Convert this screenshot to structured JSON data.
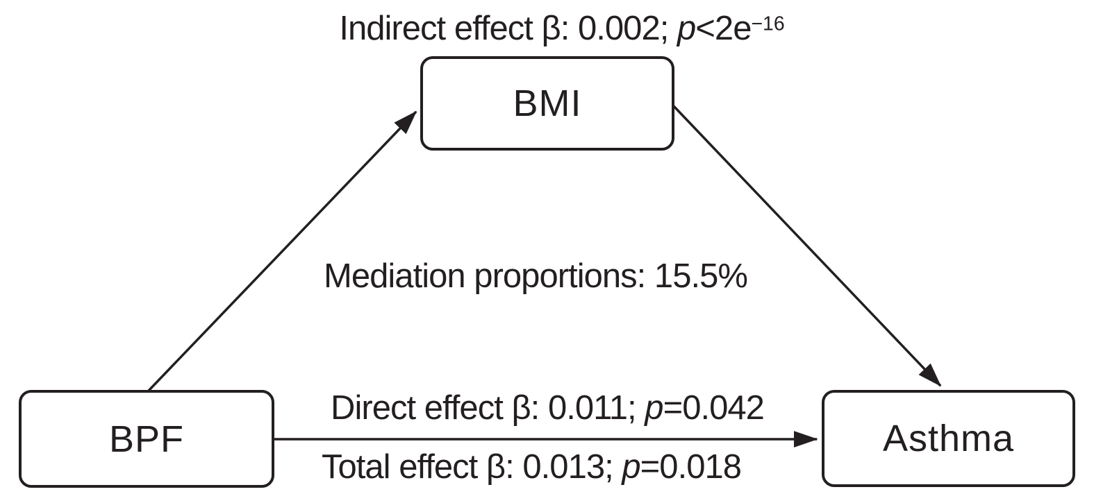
{
  "colors": {
    "ink": "#231f20",
    "background": "#ffffff"
  },
  "nodes": {
    "exposure": "BPF",
    "mediator": "BMI",
    "outcome": "Asthma"
  },
  "labels": {
    "indirect": {
      "text": "Indirect effect β: 0.002; ",
      "p": "p",
      "value": "<2e",
      "exponent": "−16"
    },
    "mediation": "Mediation proportions: 15.5%",
    "direct": {
      "text": "Direct effect β: 0.011; ",
      "p": "p",
      "value": "=0.042"
    },
    "total": {
      "text": "Total effect β: 0.013; ",
      "p": "p",
      "value": "=0.018"
    }
  }
}
